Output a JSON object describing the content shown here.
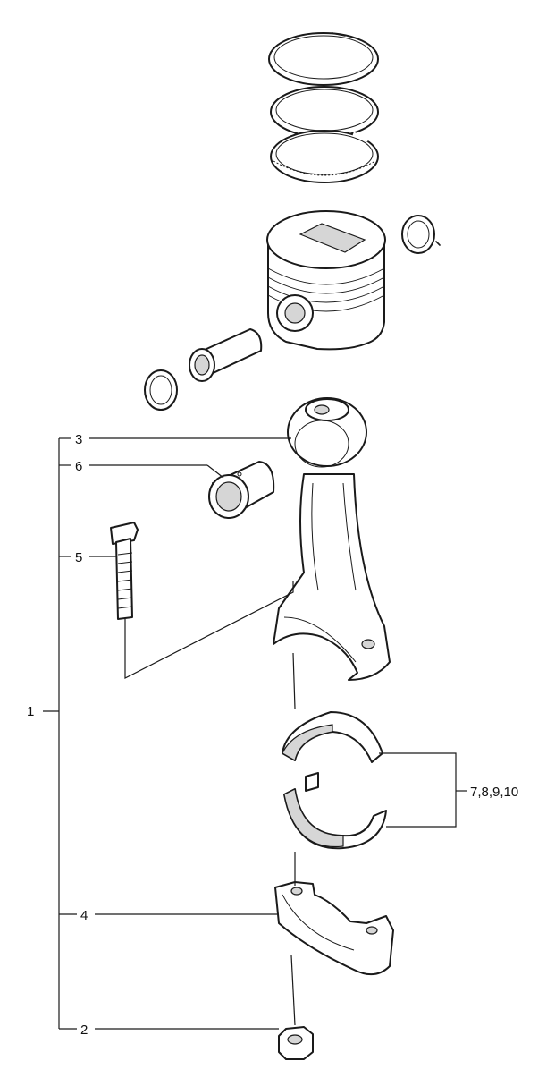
{
  "labels": {
    "assembly": "1",
    "nut": "2",
    "rod": "3",
    "cap": "4",
    "bolt": "5",
    "bushing": "6",
    "bearings": "7,8,9,10"
  }
}
